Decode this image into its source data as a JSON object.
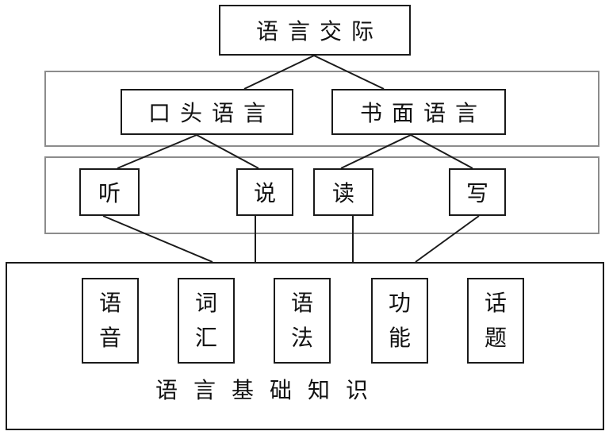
{
  "top": {
    "label": "语言交际"
  },
  "level2": [
    {
      "label": "口头语言"
    },
    {
      "label": "书面语言"
    }
  ],
  "skills": [
    {
      "label": "听"
    },
    {
      "label": "说"
    },
    {
      "label": "读"
    },
    {
      "label": "写"
    }
  ],
  "knowledge": {
    "items": [
      {
        "line1": "语",
        "line2": "音"
      },
      {
        "line1": "词",
        "line2": "汇"
      },
      {
        "line1": "语",
        "line2": "法"
      },
      {
        "line1": "功",
        "line2": "能"
      },
      {
        "line1": "话",
        "line2": "题"
      }
    ],
    "caption": "语言基础知识"
  },
  "colors": {
    "box_border": "#1a1a1a",
    "band_border": "#8c8c8c",
    "text": "#111111"
  }
}
